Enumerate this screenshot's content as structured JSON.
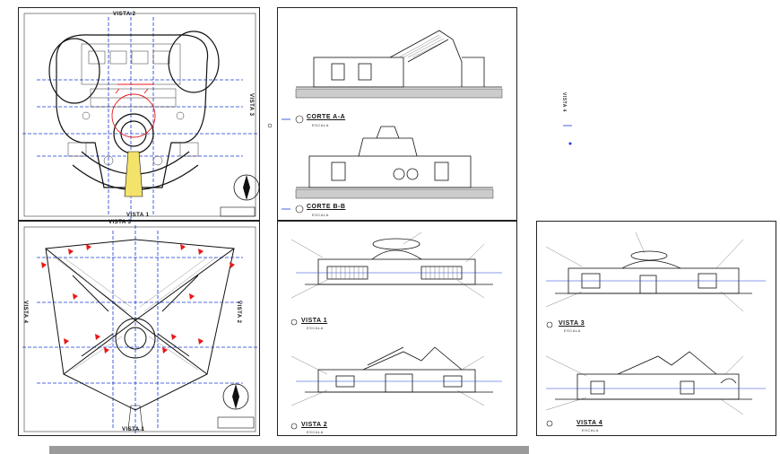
{
  "sheets": {
    "plan_top": {
      "top_label": "VISTA 2",
      "right_label": "VISTA 3",
      "bottom_label": "VISTA 1"
    },
    "plan_roof": {
      "top_label": "VISTA 3",
      "left_label": "VISTA 4",
      "right_label": "VISTA 2",
      "bottom_label": "VISTA 1"
    },
    "sections": {
      "corte_a": "CORTE A-A",
      "corte_b": "CORTE B-B",
      "scale": "ESCALA"
    },
    "elev_12": {
      "vista1": "VISTA 1",
      "vista2": "VISTA 2",
      "scale": "ESCALA"
    },
    "elev_34": {
      "vista3": "VISTA 3",
      "vista4": "VISTA 4",
      "scale": "ESCALA"
    },
    "floating": {
      "vista4_vertical": "VISTA 4"
    }
  },
  "colors": {
    "line": "#111111",
    "grid": "#1a3bd6",
    "accent": "#e81818",
    "caption": "#9a9a9a"
  }
}
